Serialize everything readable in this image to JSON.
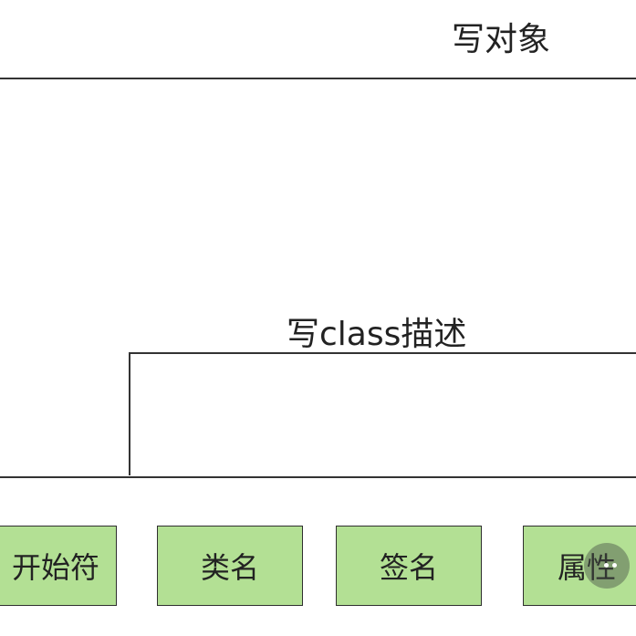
{
  "diagram": {
    "object_label": "写对象",
    "class_desc_label": "写class描述",
    "boxes": [
      {
        "label": "开始符"
      },
      {
        "label": "类名"
      },
      {
        "label": "签名"
      },
      {
        "label": "属性"
      }
    ],
    "colors": {
      "box_fill": "#b3e094",
      "box_border": "#2f2f2f",
      "line": "#333333",
      "text": "#222222"
    }
  }
}
